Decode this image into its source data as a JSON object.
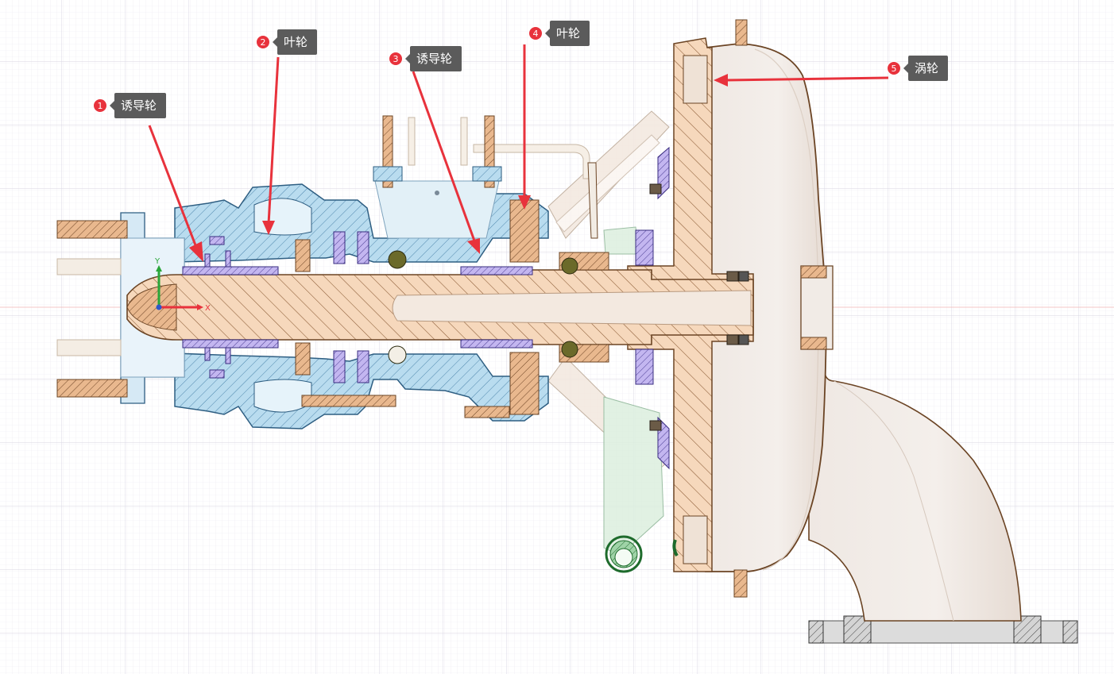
{
  "axis_triad": {
    "x_label": "X",
    "y_label": "Y"
  },
  "callouts": [
    {
      "number": "1",
      "label": "诱导轮"
    },
    {
      "number": "2",
      "label": "叶轮"
    },
    {
      "number": "3",
      "label": "诱导轮"
    },
    {
      "number": "4",
      "label": "叶轮"
    },
    {
      "number": "5",
      "label": "涡轮"
    }
  ],
  "colors": {
    "accent_arrow": "#e8323c",
    "callout_background": "#5b5b5b",
    "badge": "#e8323c",
    "pump_casing_blue": "#b9dcef",
    "turbine_section_peach": "#f7dcc2",
    "shaft_peach": "#f6d8bc",
    "seal_purple": "#b8a8ea",
    "pipe_green": "#dbeedf",
    "bearing_olive": "#6b6a2a",
    "turbine_housing": "#ece6e2"
  }
}
